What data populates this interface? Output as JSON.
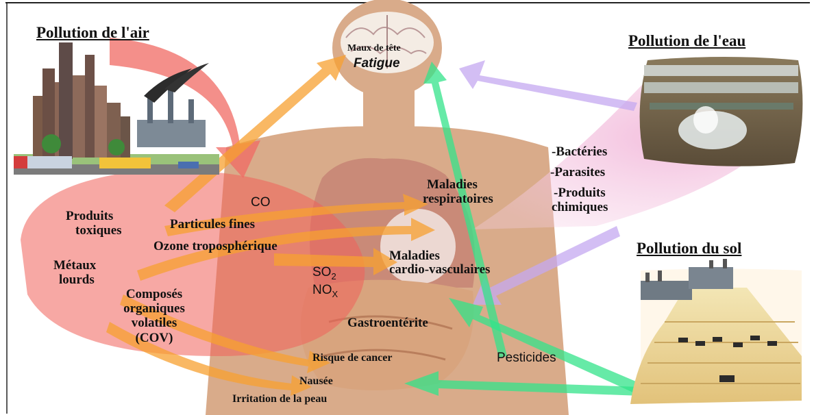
{
  "air": {
    "title": "Pollution de l'air",
    "pollutants": {
      "co": "CO",
      "particules": "Particules fines",
      "ozone": "Ozone troposphérique",
      "so2": "SO",
      "so2_sub": "2",
      "nox": "NO",
      "nox_sub": "X",
      "produits_1": "Produits",
      "produits_2": "toxiques",
      "metaux_1": "Métaux",
      "metaux_2": "lourds",
      "cov_1": "Composés",
      "cov_2": "organiques",
      "cov_3": "volatiles",
      "cov_4": "(COV)"
    }
  },
  "eau": {
    "title": "Pollution de l'eau",
    "items": {
      "bacteries": "-Bactéries",
      "parasites": "-Parasites",
      "produits_1": "-Produits",
      "produits_2": "chimiques"
    }
  },
  "sol": {
    "title": "Pollution du sol",
    "pesticides": "Pesticides"
  },
  "effects": {
    "maux_de_tete": "Maux de tête",
    "fatigue": "Fatigue",
    "respiratoires_1": "Maladies",
    "respiratoires_2": "respiratoires",
    "cardio_1": "Maladies",
    "cardio_2": "cardio-vasculaires",
    "gastro": "Gastroentérite",
    "cancer": "Risque de cancer",
    "nausee": "Nausée",
    "irritation": "Irritation de la peau"
  },
  "colors": {
    "air_red": "#f0605a",
    "orange_arrow": "#f7a030",
    "water_pink": "#e9a5cf",
    "water_purple": "#c4a8f0",
    "soil_green": "#33e38a",
    "skin": "#d9ab8a",
    "organs": "#c98a78"
  }
}
